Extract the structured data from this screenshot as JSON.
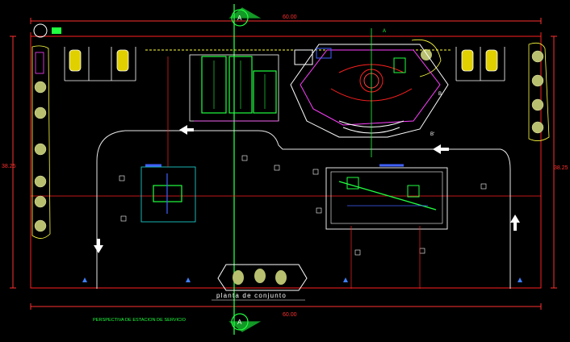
{
  "colors": {
    "background": "#000000",
    "boundary": "#ff2020",
    "dimension": "#ff3030",
    "axis_green": "#20ff40",
    "building": "#ffffff",
    "accent_magenta": "#ff40ff",
    "accent_blue": "#4060ff",
    "accent_cyan": "#20e0e0",
    "tree_fill": "#b8c070"
  },
  "drawing": {
    "dim_top": "60.00",
    "dim_bottom": "60.00",
    "dim_left": "38.25",
    "dim_right": "38.25",
    "plan_title": "planta de conjunto",
    "caption": "PERSPECTIVA DE ESTACION DE SERVICIO",
    "axis_top": "A",
    "axis_bottom": "A",
    "axis_right_top": "B",
    "axis_right_mid": "B'",
    "axis_vertical_tag": "A"
  },
  "icons": {
    "north": "north-arrow-icon",
    "direction": "direction-arrow-icon",
    "car": "car-icon",
    "tree": "tree-icon"
  }
}
